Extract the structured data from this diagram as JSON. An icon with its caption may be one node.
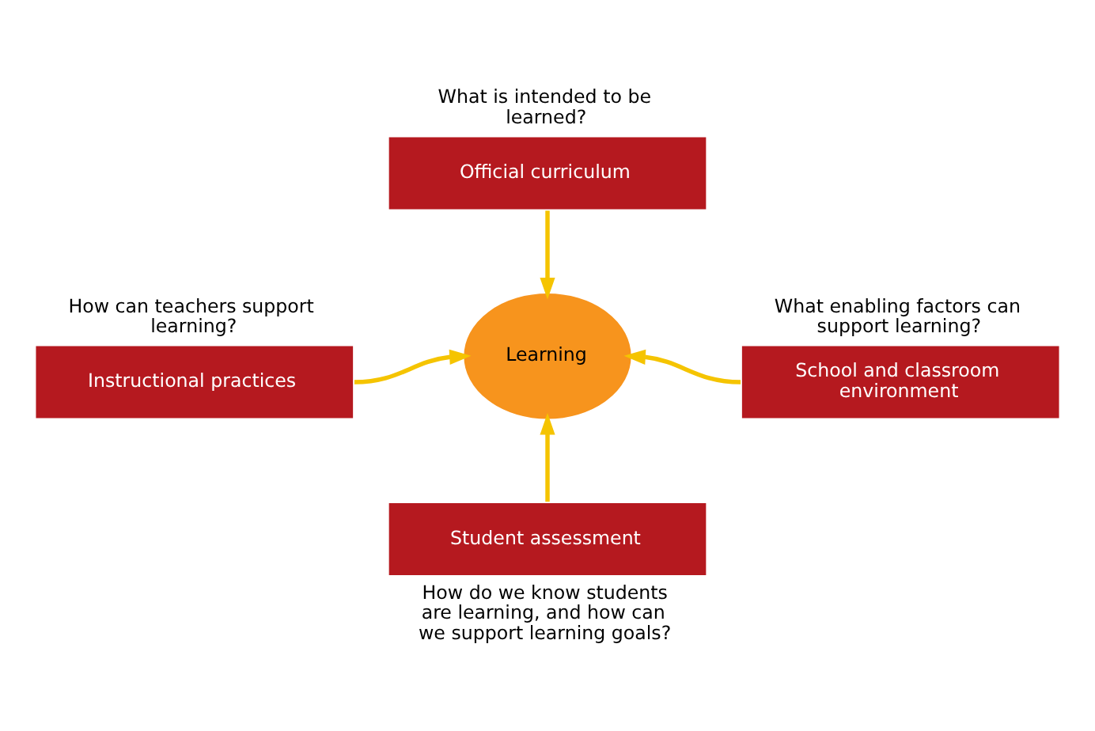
{
  "diagram": {
    "nodes": [
      {
        "text": [
          "Official curriculum"
        ],
        "beside": [
          "What is intended to be learned?"
        ]
      },
      {
        "text": [
          "Instructional practices"
        ],
        "beside": [
          "How can teachers support learning?"
        ]
      },
      {
        "text": [
          "Learning"
        ]
      },
      {
        "text": [
          "School and classroom environment"
        ],
        "beside": [
          "What enabling factors can support learning?"
        ]
      },
      {
        "text": [
          "Student assessment"
        ],
        "beside": [
          "How do we know students are learning, and how can we support learning goals?"
        ]
      }
    ],
    "edges": [
      {
        "from": 0,
        "to": 2,
        "arrow": "to"
      },
      {
        "from": 1,
        "to": 2,
        "arrow": "to"
      },
      {
        "from": 3,
        "to": 2,
        "arrow": "to"
      },
      {
        "from": 4,
        "to": 2,
        "arrow": "to"
      }
    ]
  }
}
